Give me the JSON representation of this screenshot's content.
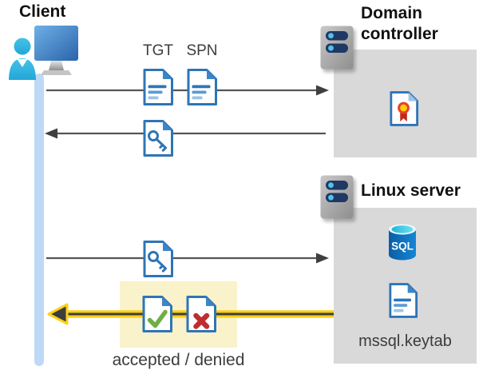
{
  "labels": {
    "client": "Client",
    "tgt": "TGT",
    "spn": "SPN",
    "domain_controller": "Domain controller",
    "linux_server": "Linux server",
    "sql_badge": "SQL",
    "keytab_file": "mssql.keytab",
    "result": "accepted / denied"
  },
  "icons": {
    "client": "client-workstation-icon",
    "domain_controller": "server-icon",
    "linux_server": "server-icon",
    "tgt": "ticket-document-icon",
    "spn": "ticket-document-icon",
    "service_ticket": "key-document-icon",
    "certificate": "certificate-document-icon",
    "sql": "sql-database-icon",
    "keytab": "document-icon",
    "accepted": "check-document-icon",
    "denied": "cross-document-icon"
  },
  "colors": {
    "document_blue": "#2e75b6",
    "box_gray": "#d9d9d9",
    "lifeline_blue": "#bed9f5",
    "person_cyan": "#35b7e0",
    "arrow_gray": "#555555",
    "highlight_fill": "#faf2cb",
    "highlight_arrow_yellow": "#fcd116",
    "accepted_green": "#6fae44",
    "denied_red": "#be2e2e",
    "navy_pill": "#1f3864",
    "sql_blue": "#0a61a9"
  }
}
